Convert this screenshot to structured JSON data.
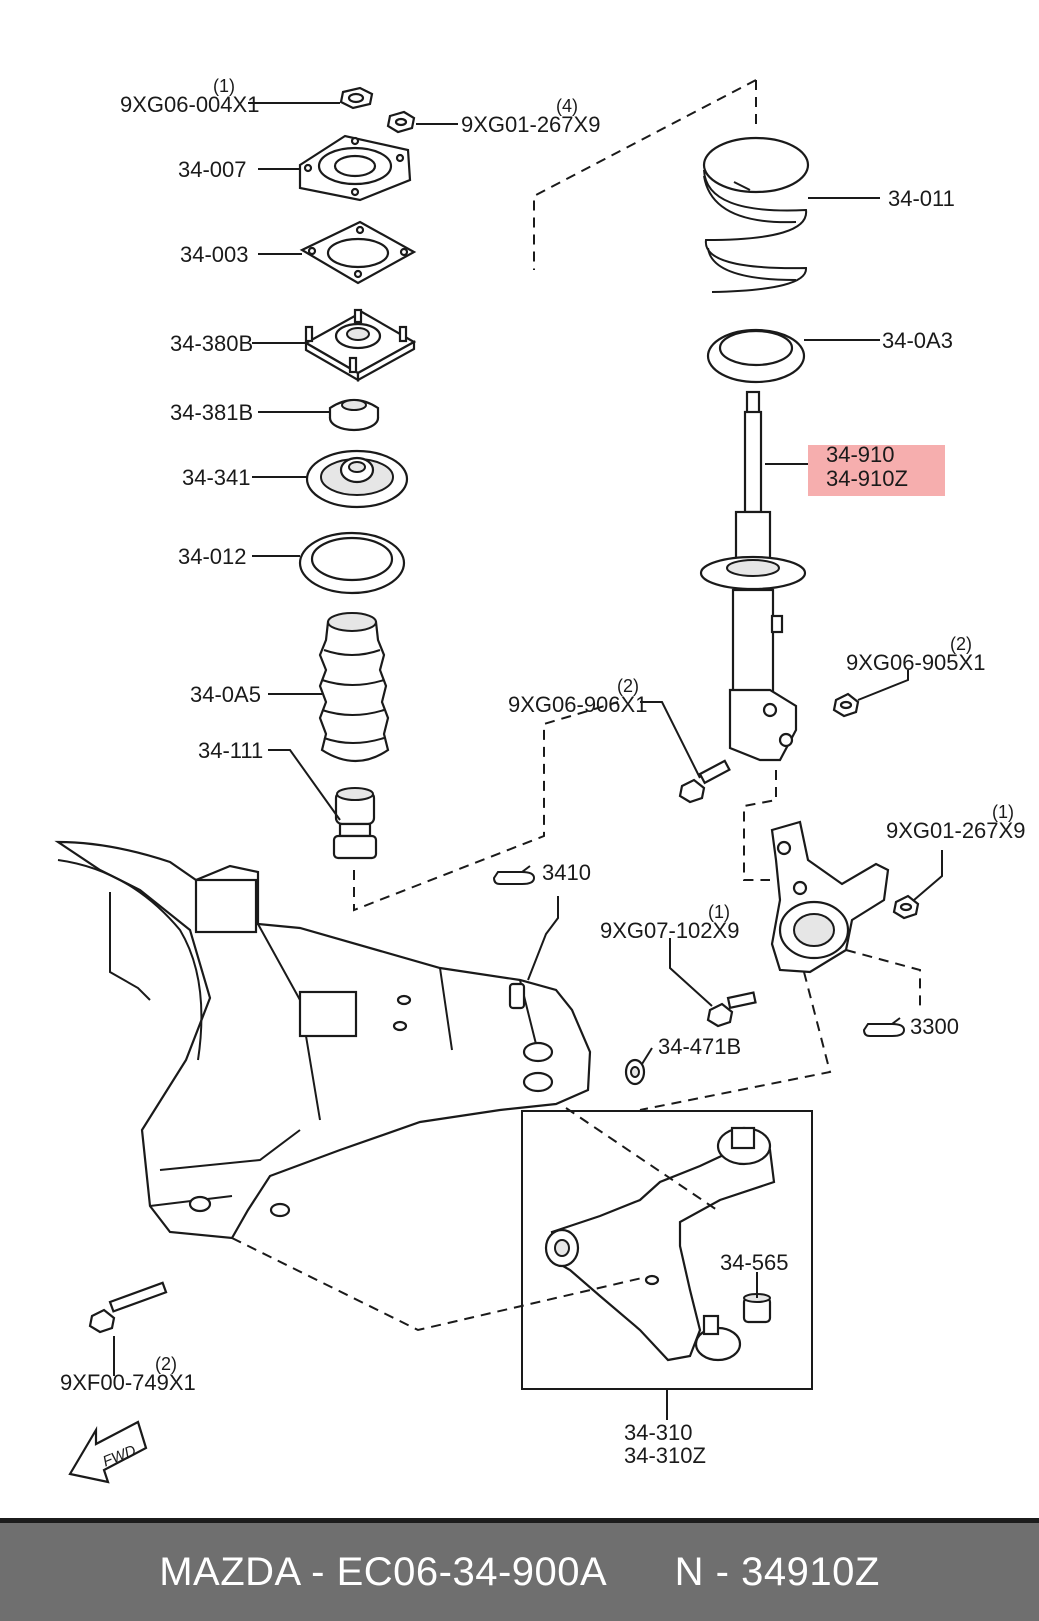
{
  "labels": {
    "nut_top": "9XG06-004X1",
    "nut_top_qty": "(1)",
    "nut_small": "9XG01-267X9",
    "nut_small_qty": "(4)",
    "plate": "34-007",
    "gasket": "34-003",
    "mount": "34-380B",
    "bearing_small": "34-381B",
    "bearing_seat": "34-341",
    "ring": "34-012",
    "boot": "34-0A5",
    "bump_stop": "34-111",
    "spring": "34-011",
    "spring_seat": "34-0A3",
    "strut_a": "34-910",
    "strut_b": "34-910Z",
    "nut_strut": "9XG06-905X1",
    "nut_strut_qty": "(2)",
    "bolt_strut": "9XG06-906X1",
    "bolt_strut_qty": "(2)",
    "nut_knuckle": "9XG01-267X9",
    "nut_knuckle_qty": "(1)",
    "bolt_knuckle": "9XG07-102X9",
    "bolt_knuckle_qty": "(1)",
    "washer": "34-471B",
    "bushing": "34-565",
    "arm_a": "34-310",
    "arm_b": "34-310Z",
    "bolt_frame": "9XF00-749X1",
    "bolt_frame_qty": "(2)",
    "ref_frame": "3410",
    "ref_knuckle": "3300",
    "fwd": "FWD"
  },
  "footer": {
    "text": "MAZDA - EC06-34-900A      N - 34910Z"
  },
  "colors": {
    "highlight": "#f4a0a0",
    "footer_bg": "#6f6f6f",
    "footer_text": "#ffffff"
  }
}
